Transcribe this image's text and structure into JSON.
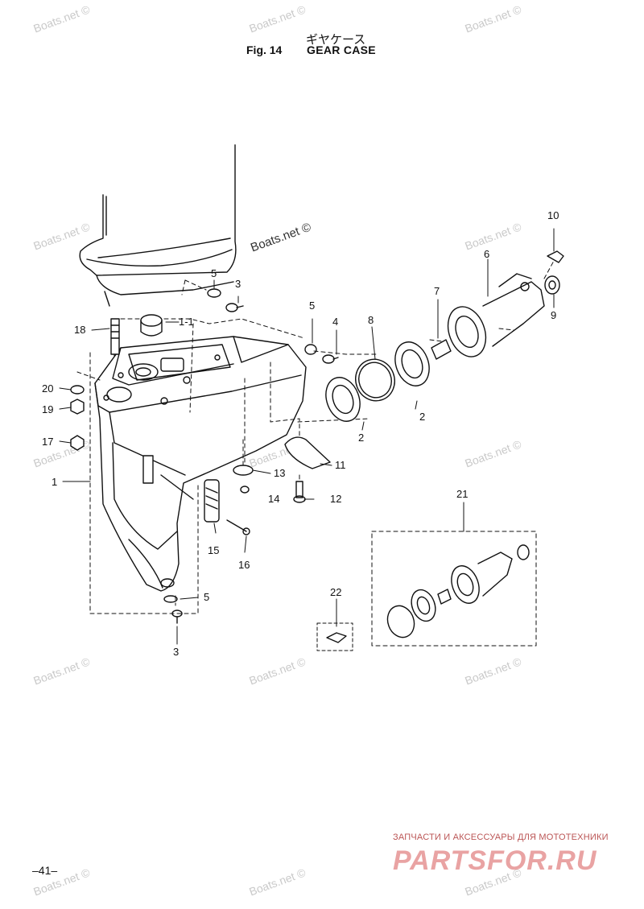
{
  "title": {
    "japanese": "ギヤケース",
    "fig": "Fig. 14",
    "name": "GEAR CASE"
  },
  "page_number": "–41–",
  "watermark": {
    "text": "Boats.net ©"
  },
  "brand": {
    "tagline": "ЗАПЧАСТИ И АКСЕССУАРЫ ДЛЯ МОТОТЕХНИКИ",
    "name": "PARTSFOR.RU"
  },
  "callouts": {
    "c1": "1",
    "c1_1": "1-1",
    "c2a": "2",
    "c2b": "2",
    "c3a": "3",
    "c3b": "3",
    "c4": "4",
    "c5a": "5",
    "c5b": "5",
    "c5c": "5",
    "c6": "6",
    "c7": "7",
    "c8": "8",
    "c9": "9",
    "c10": "10",
    "c11": "11",
    "c12": "12",
    "c13": "13",
    "c14": "14",
    "c15": "15",
    "c16": "16",
    "c17": "17",
    "c18": "18",
    "c19": "19",
    "c20": "20",
    "c21": "21",
    "c22": "22"
  }
}
